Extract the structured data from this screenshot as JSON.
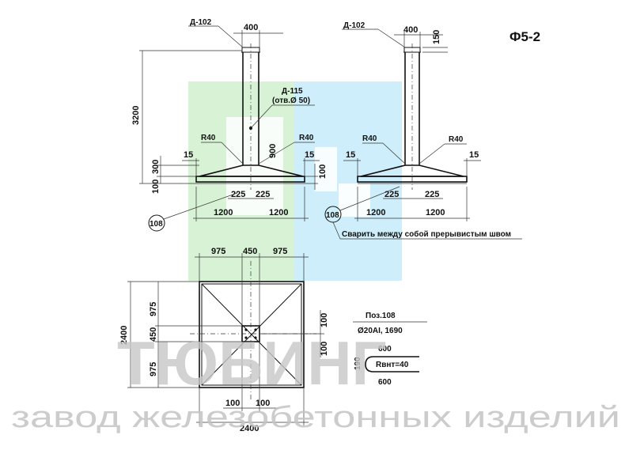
{
  "title": "Ф5-2",
  "watermark": {
    "brand": "ТЮБИНГ",
    "subtitle": "завод железобетонных изделий",
    "colors": {
      "green": "#d7f2d4",
      "blue": "#cdeefa",
      "text": "#c8c8c8"
    }
  },
  "front_view": {
    "d102": "Д-102",
    "top_width": "400",
    "d115": "Д-115",
    "d115_note": "(отв.Ø 50)",
    "height": "3200",
    "r40_left": "R40",
    "r40_right": "R40",
    "step_left": "15",
    "step_right": "15",
    "dim_900": "900",
    "dim_300": "300",
    "dim_100_left": "100",
    "dim_100_right": "100",
    "dim_225_left": "225",
    "dim_225_right": "225",
    "half_left": "1200",
    "half_right": "1200",
    "pos": "108"
  },
  "side_view": {
    "d102": "Д-102",
    "top_width": "400",
    "dim_150": "150",
    "r40_left": "R40",
    "r40_right": "R40",
    "step_left": "15",
    "step_right": "15",
    "dim_225_left": "225",
    "dim_225_right": "225",
    "half_left": "1200",
    "half_right": "1200",
    "pos": "108",
    "weld_note": "Сварить между собой прерывистым швом"
  },
  "plan_view": {
    "top_left": "975",
    "top_mid": "450",
    "top_right": "975",
    "left_total": "2400",
    "left_top": "975",
    "left_mid": "450",
    "left_bottom": "975",
    "right_top": "100",
    "right_bottom": "100",
    "bottom_left": "100",
    "bottom_right": "100",
    "bottom_total": "2400"
  },
  "detail": {
    "pos_title": "Поз.108",
    "spec": "Ø20AI, 1690",
    "top_len": "600",
    "bottom_len": "600",
    "height": "190",
    "radius": "Rвнт=40"
  }
}
